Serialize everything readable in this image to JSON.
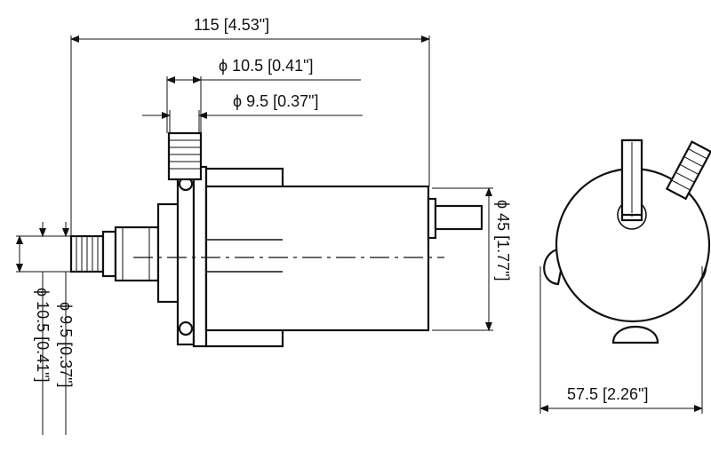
{
  "dimensions": {
    "overall_length": "115 [4.53\"]",
    "outlet_outer_diameter": "ϕ 10.5 [0.41\"]",
    "outlet_inner_diameter": "ϕ 9.5 [0.37\"]",
    "body_diameter": "ϕ 45 [1.77\"]",
    "inlet_inner_diameter": "ϕ 9.5 [0.37\"]",
    "inlet_outer_diameter": "ϕ 10.5 [0.41\"]",
    "end_view_width": "57.5 [2.26\"]"
  }
}
